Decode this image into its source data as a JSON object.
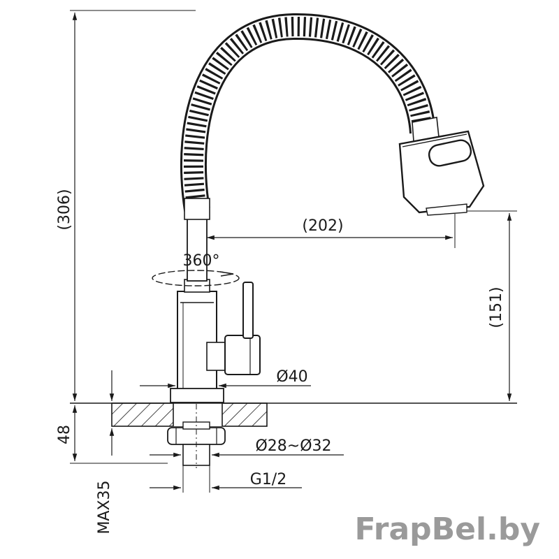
{
  "drawing": {
    "labels": {
      "total_height": "(306)",
      "reach": "(202)",
      "swivel": "360°",
      "spout_height": "(151)",
      "body_diameter": "Ø40",
      "base_height": "48",
      "hole_diameter": "Ø28~Ø32",
      "thread": "G1/2",
      "max_thickness": "MAX35"
    },
    "watermark": "FrapBel.by",
    "colors": {
      "line": "#1a1a1a",
      "watermark": "#9a9a9a"
    }
  }
}
